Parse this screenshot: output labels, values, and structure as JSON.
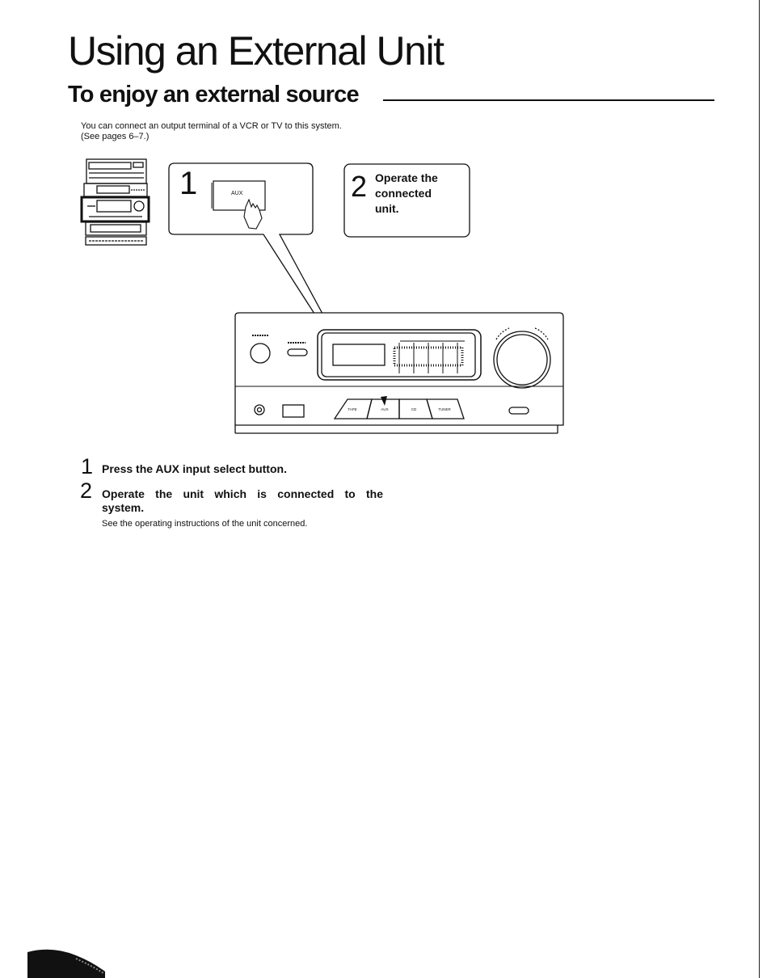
{
  "page": {
    "title": "Using an External Unit",
    "section_heading": "To enjoy an external source",
    "intro_line1": "You can connect an output terminal of a VCR or TV to this system.",
    "intro_line2": "(See pages 6–7.)"
  },
  "figure": {
    "callout_1_number": "1",
    "aux_button_label": "AUX",
    "callout_2_number": "2",
    "callout_2_line1": "Operate the",
    "callout_2_line2": "connected",
    "callout_2_line3": "unit.",
    "input_buttons": [
      "TAPE",
      "AUX",
      "CD",
      "TUNER"
    ]
  },
  "steps": [
    {
      "number": "1",
      "text": "Press the AUX input select button."
    },
    {
      "number": "2",
      "line1": "Operate the unit which is connected to the",
      "line2": "system.",
      "note": "See the operating instructions of the unit concerned."
    }
  ],
  "colors": {
    "ink": "#111111",
    "background": "#ffffff"
  }
}
